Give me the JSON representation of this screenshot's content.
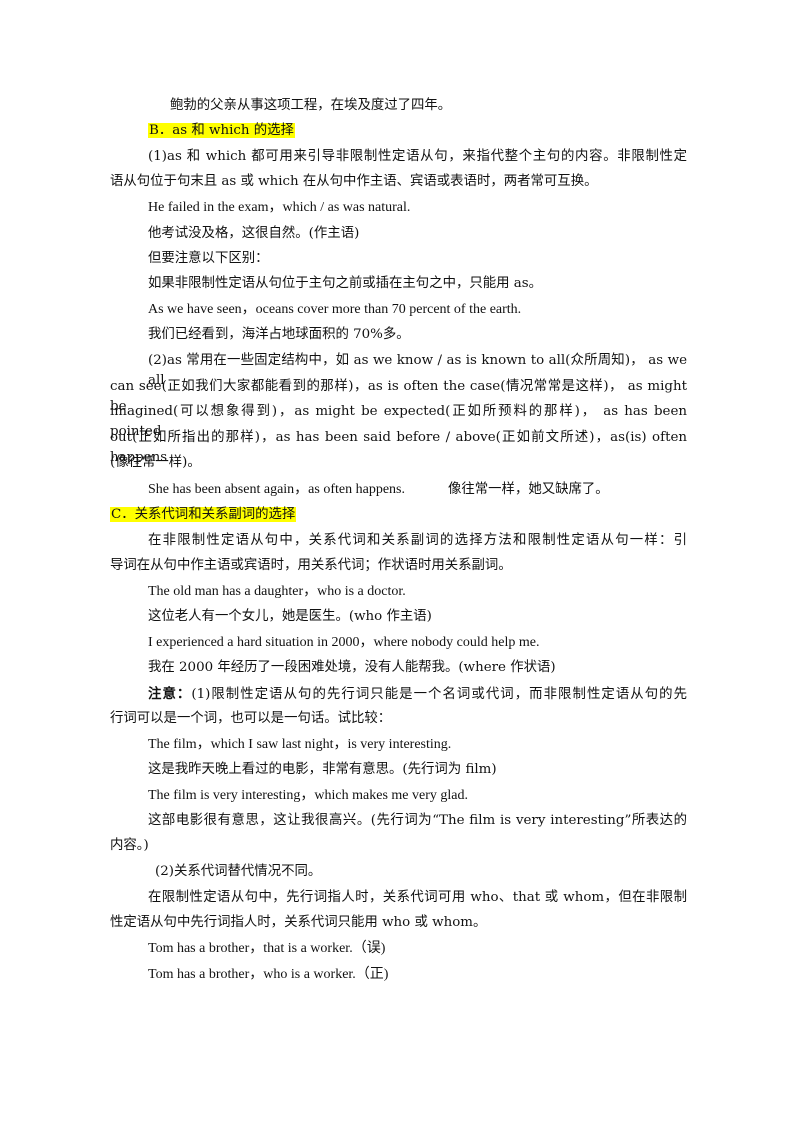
{
  "doc": {
    "l01": "鲍勃的父亲从事这项工程，在埃及度过了四年。",
    "secB": "B．as 和 which 的选择",
    "l03": "(1)as 和 which 都可用来引导非限制性定语从句，来指代整个主句的内容。非限制性定",
    "l04": "语从句位于句末且 as 或 which 在从句中作主语、宾语或表语时，两者常可互换。",
    "l05": "He failed in the exam，which / as was natural.",
    "l06": "他考试没及格，这很自然。(作主语)",
    "l07": "但要注意以下区别：",
    "l08": "如果非限制性定语从句位于主句之前或插在主句之中，只能用 as。",
    "l09": "As we have seen，oceans cover more than 70 percent of the earth.",
    "l10": "我们已经看到，海洋占地球面积的 70%多。",
    "l11": "(2)as 常用在一些固定结构中，如 as we know / as is known to all(众所周知)， as we all",
    "l12": "can see(正如我们大家都能看到的那样)，as is often the case(情况常常是这样)， as might be",
    "l13": "imagined(可以想象得到)，as might be expected(正如所预料的那样)， as has been pointed",
    "l14": "out(正如所指出的那样)，as has been said before / above(正如前文所述)，as(is) often happens",
    "l15": "(像往常一样)。",
    "l16a": "She has been absent again，as often happens.",
    "l16b": "像往常一样，她又缺席了。",
    "secC": "C．关系代词和关系副词的选择",
    "l18": "在非限制性定语从句中，关系代词和关系副词的选择方法和限制性定语从句一样：引",
    "l19": "导词在从句中作主语或宾语时，用关系代词；作状语时用关系副词。",
    "l20": "The old man has a daughter，who is a doctor.",
    "l21": "这位老人有一个女儿，她是医生。(who 作主语)",
    "l22": "I experienced a hard situation in 2000，where nobody could help me.",
    "l23": "我在 2000 年经历了一段困难处境，没有人能帮我。(where 作状语)",
    "l24a": "注意：",
    "l24b": "(1)限制性定语从句的先行词只能是一个名词或代词，而非限制性定语从句的先",
    "l25": "行词可以是一个词，也可以是一句话。试比较：",
    "l26": "The film，which I saw last night，is very interesting.",
    "l27": "这是我昨天晚上看过的电影，非常有意思。(先行词为 film)",
    "l28": "The film is very interesting，which makes me very glad.",
    "l29": "这部电影很有意思，这让我很高兴。(先行词为“The film is very interesting”所表达的",
    "l30": "内容。)",
    "l31": "(2)关系代词替代情况不同。",
    "l32": "在限制性定语从句中，先行词指人时，关系代词可用 who、that 或 whom，但在非限制",
    "l33": "性定语从句中先行词指人时，关系代词只能用 who 或 whom。",
    "l34": "Tom has a brother，that is a worker.（误)",
    "l35": "Tom has a brother，who is a worker.（正)"
  },
  "colors": {
    "highlight": "#ffff00",
    "text": "#111111"
  }
}
